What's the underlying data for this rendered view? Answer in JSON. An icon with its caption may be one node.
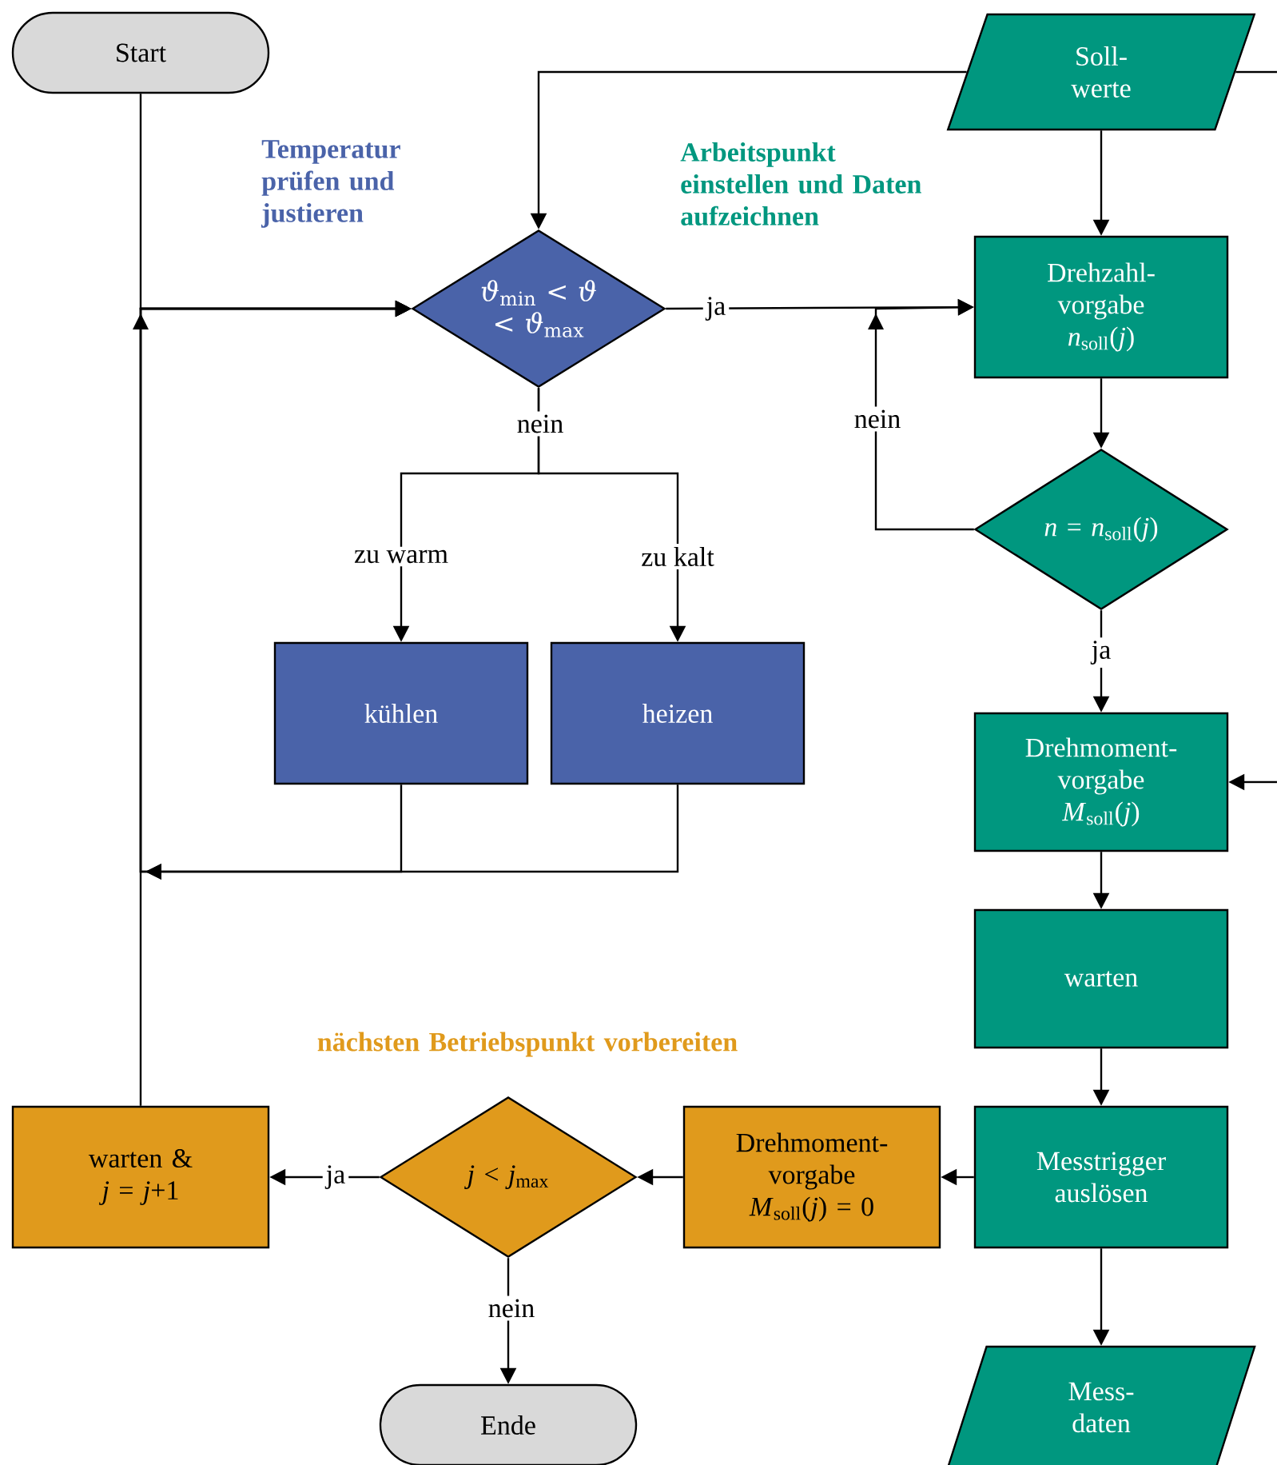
{
  "diagram": {
    "nodes": [
      {
        "text": [
          "Start"
        ]
      },
      {
        "text": [
          "Soll- werte"
        ]
      },
      {
        "text": [
          "*ϑ*$_{min}$ < *ϑ* < *ϑ*$_{max}$"
        ]
      },
      {
        "text": [
          "Drehzahl- vorgabe *n*$_{soll}$(*j*)"
        ]
      },
      {
        "text": [
          "kühlen"
        ]
      },
      {
        "text": [
          "heizen"
        ]
      },
      {
        "text": [
          "*n* = *n*$_{soll}$(*j*)"
        ]
      },
      {
        "text": [
          "Drehmoment- vorgabe *M*$_{soll}$(*j*)"
        ]
      },
      {
        "text": [
          "warten"
        ]
      },
      {
        "text": [
          "warten & *j* = *j*+1"
        ]
      },
      {
        "text": [
          "*j* < *j*$_{max}$"
        ]
      },
      {
        "text": [
          "Drehmoment- vorgabe *M*$_{soll}$(*j*) = 0"
        ]
      },
      {
        "text": [
          "Messtrigger auslösen"
        ]
      },
      {
        "text": [
          "Ende"
        ]
      },
      {
        "text": [
          "Mess- daten"
        ]
      }
    ],
    "edges": [
      {
        "from": 0,
        "to": 2,
        "arrow": "to"
      },
      {
        "from": 9,
        "to": 2,
        "arrow": "to"
      },
      {
        "from": 4,
        "to": 2,
        "arrow": "to"
      },
      {
        "from": 5,
        "to": 2,
        "arrow": "to"
      },
      {
        "from": 1,
        "to": 2,
        "arrow": "to"
      },
      {
        "from": 1,
        "to": null,
        "arrow": "none"
      },
      {
        "from": null,
        "to": 7,
        "arrow": "to"
      },
      {
        "from": 1,
        "to": 3,
        "arrow": "to"
      },
      {
        "from": 2,
        "to": 3,
        "arrow": "to",
        "label": "ja"
      },
      {
        "from": 2,
        "to": 4,
        "arrow": "to",
        "label": "zu warm"
      },
      {
        "from": 2,
        "to": 5,
        "arrow": "to",
        "label": "zu kalt"
      },
      {
        "from": 3,
        "to": 6,
        "arrow": "to"
      },
      {
        "from": 6,
        "to": 3,
        "arrow": "to",
        "label": "nein"
      },
      {
        "from": 6,
        "to": 7,
        "arrow": "to",
        "label": "ja"
      },
      {
        "from": 7,
        "to": 8,
        "arrow": "to"
      },
      {
        "from": 8,
        "to": 12,
        "arrow": "to"
      },
      {
        "from": 12,
        "to": 11,
        "arrow": "to"
      },
      {
        "from": 11,
        "to": 10,
        "arrow": "to"
      },
      {
        "from": 10,
        "to": 9,
        "arrow": "to",
        "label": "ja"
      },
      {
        "from": 10,
        "to": 13,
        "arrow": "to",
        "label": "nein"
      },
      {
        "from": 12,
        "to": 14,
        "arrow": "to"
      }
    ],
    "labels": [
      "Temperatur prüfen und justieren",
      "Arbeitspunkt einstellen und Daten aufzeichnen",
      "nein",
      "nächsten Betriebspunkt vorbereiten"
    ]
  }
}
